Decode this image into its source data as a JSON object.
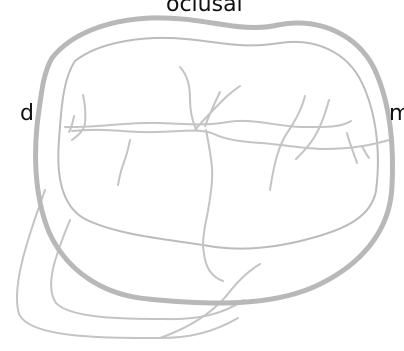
{
  "labels": {
    "top": "oclusal",
    "left": "d",
    "right": "m"
  },
  "colors": {
    "outline": "#b8b8b8",
    "text": "#111111",
    "background": "#ffffff"
  }
}
